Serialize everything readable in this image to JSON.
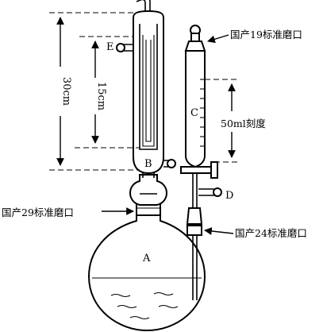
{
  "labels": {
    "dim_30cm": "30cm",
    "dim_15cm": "15cm",
    "dim_50ml": "50ml刻度",
    "joint_19": "国产19标准磨口",
    "joint_29": "国产29标准磨口",
    "joint_24": "国产24标准磨口",
    "part_a": "A",
    "part_b": "B",
    "part_c": "C",
    "part_d": "D",
    "part_e": "E"
  }
}
